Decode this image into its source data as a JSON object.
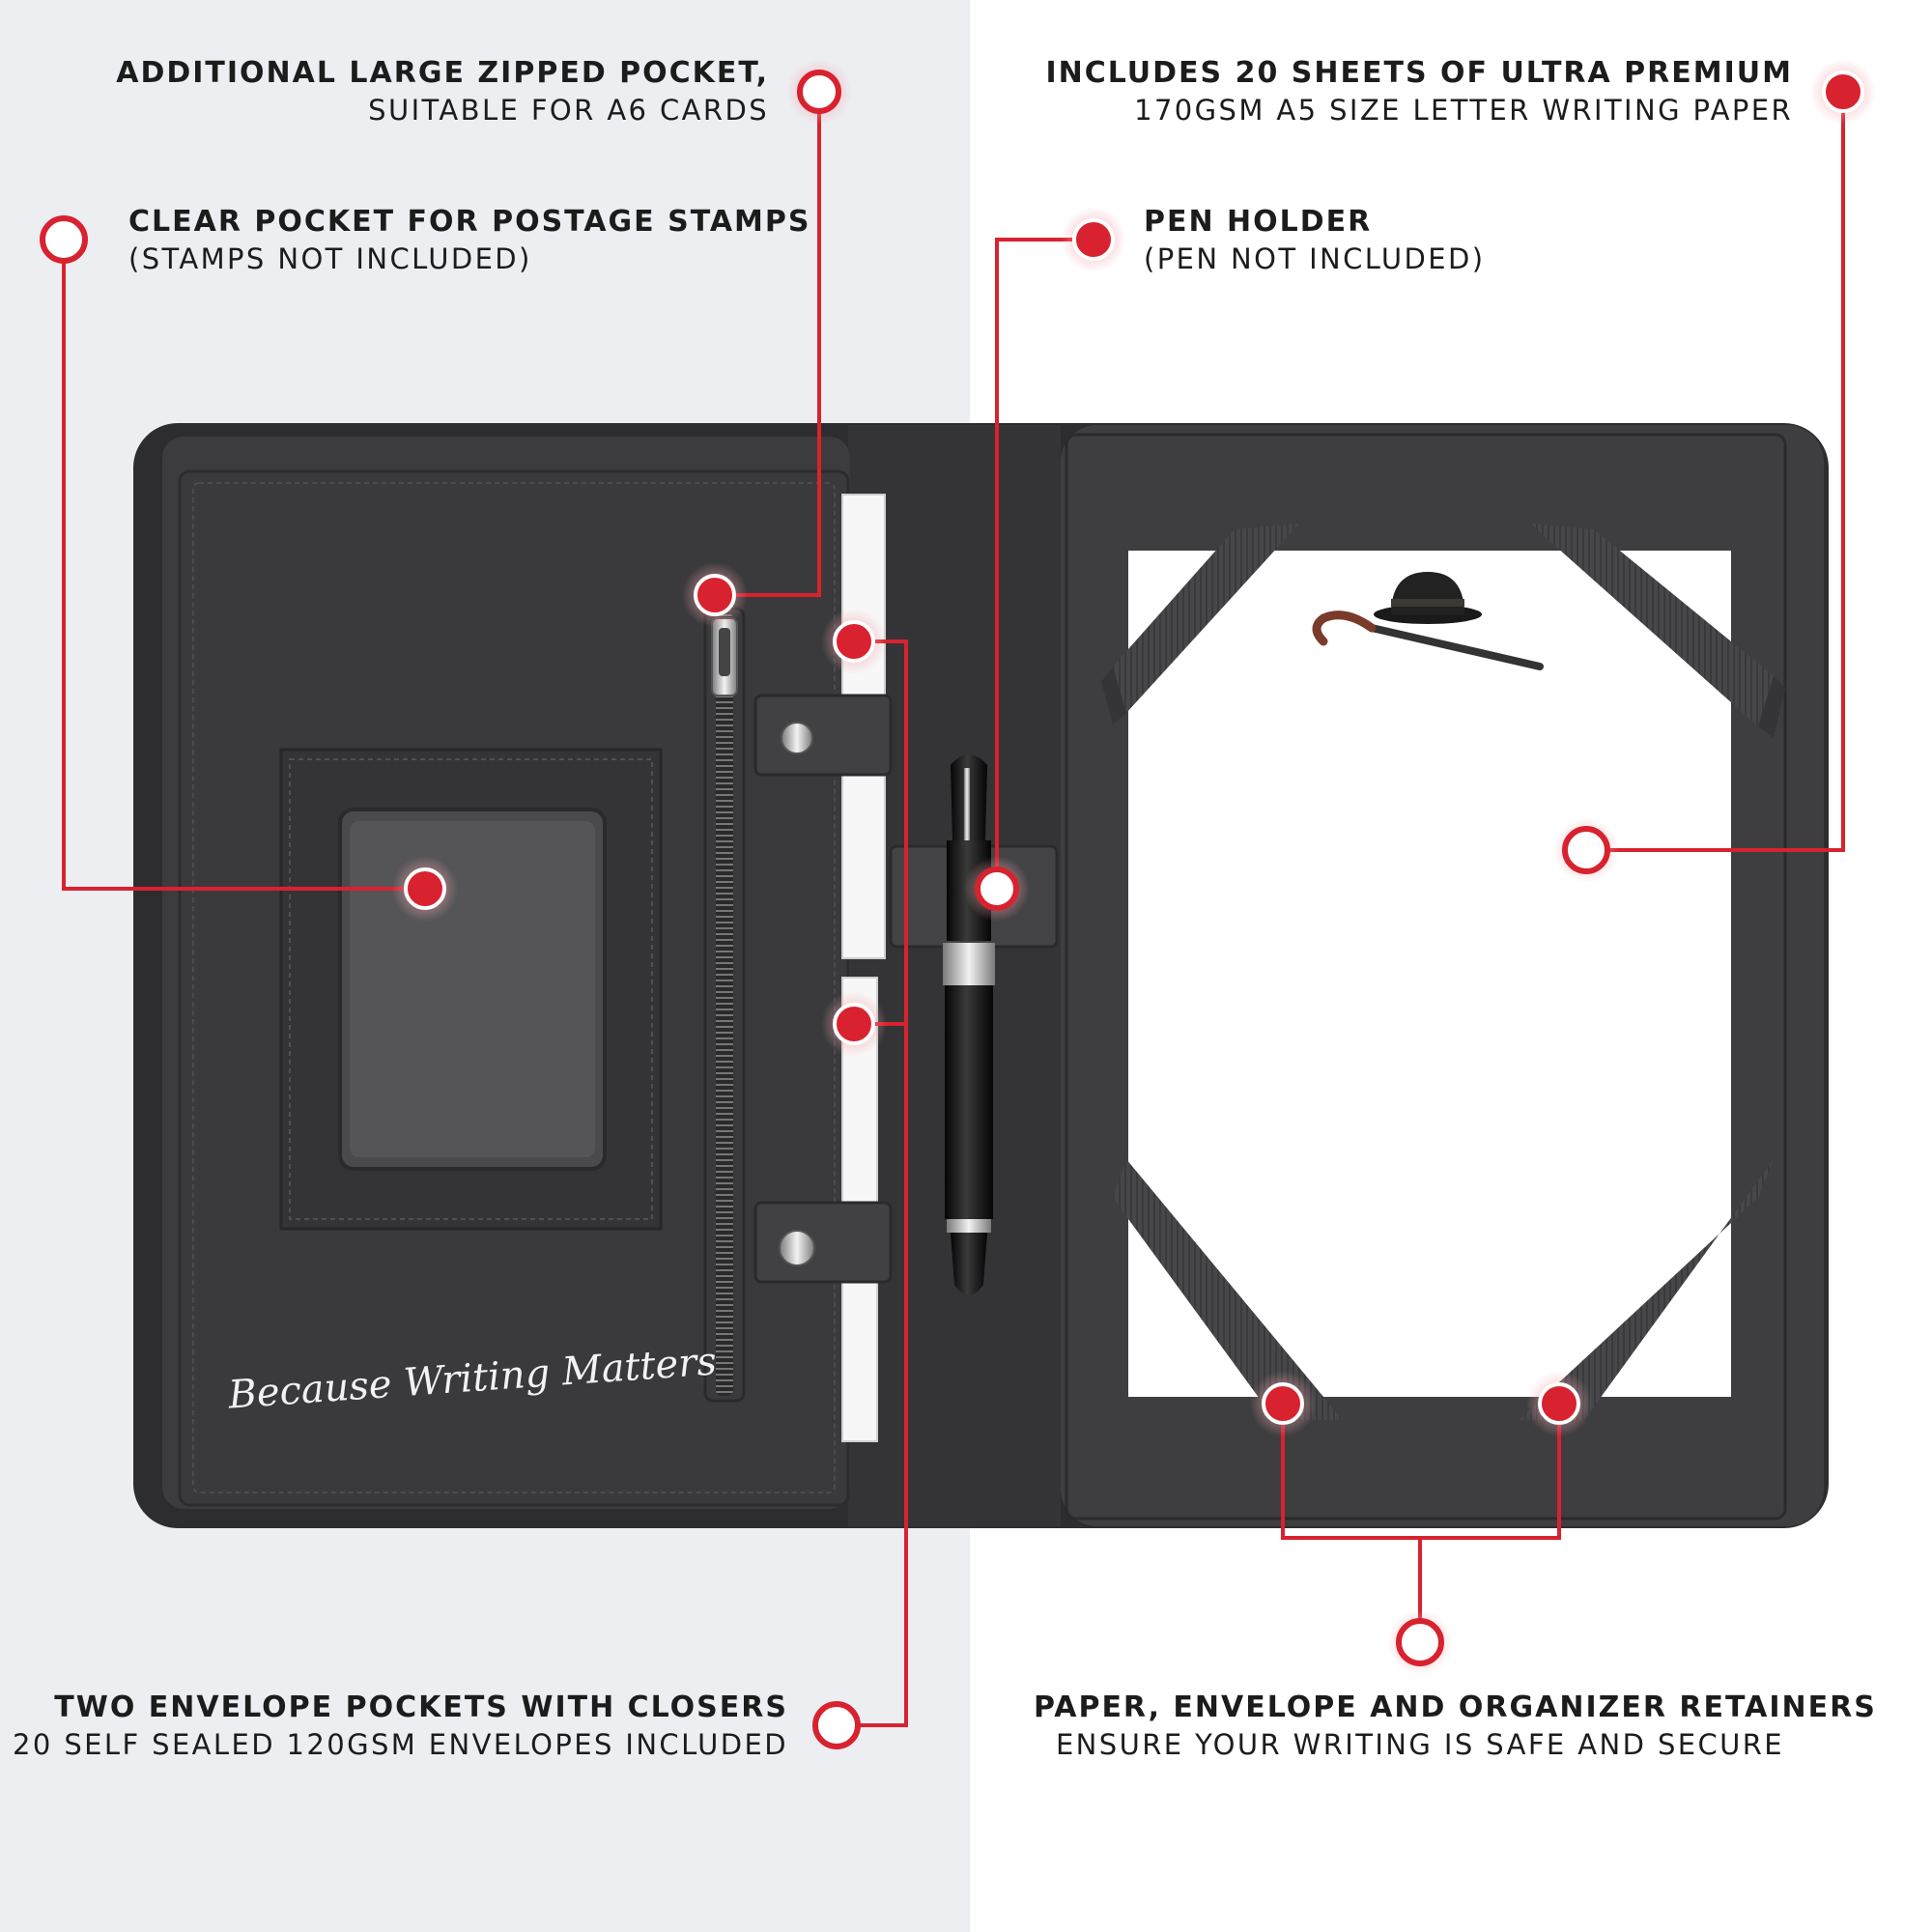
{
  "callouts": {
    "zipped_pocket": {
      "title": "ADDITIONAL LARGE ZIPPED POCKET,",
      "subtitle": "SUITABLE FOR A6 CARDS"
    },
    "clear_pocket": {
      "title": "CLEAR POCKET FOR POSTAGE STAMPS",
      "subtitle": "(STAMPS NOT INCLUDED)"
    },
    "paper_sheets": {
      "title": "INCLUDES 20 SHEETS OF ULTRA PREMIUM",
      "subtitle": "170GSM A5 SIZE LETTER WRITING PAPER"
    },
    "pen_holder": {
      "title": "PEN HOLDER",
      "subtitle": "(PEN NOT INCLUDED)"
    },
    "envelope_pockets": {
      "title": "TWO ENVELOPE POCKETS WITH CLOSERS",
      "subtitle": "20 SELF SEALED 120GSM ENVELOPES INCLUDED"
    },
    "retainers": {
      "title": "PAPER, ENVELOPE AND ORGANIZER RETAINERS",
      "subtitle": "ENSURE YOUR WRITING IS SAFE AND SECURE"
    }
  },
  "product": {
    "cover_script": "Because Writing Matters"
  },
  "colors": {
    "accent": "#d8222f",
    "leather": "#3b3b3d",
    "leather_dark": "#2c2c2e",
    "bg_left": "#eceef2",
    "bg_right": "#ffffff"
  }
}
